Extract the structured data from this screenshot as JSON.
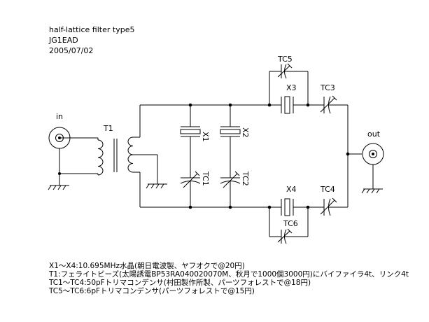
{
  "header": {
    "title": "half-lattice filter type5",
    "author": "JG1EAD",
    "date": "2005/07/02"
  },
  "components": {
    "input_label": "in",
    "output_label": "out",
    "transformer": "T1",
    "x1": "X1",
    "x2": "X2",
    "x3": "X3",
    "x4": "X4",
    "tc1": "TC1",
    "tc2": "TC2",
    "tc3": "TC3",
    "tc4": "TC4",
    "tc5": "TC5",
    "tc6": "TC6"
  },
  "notes": [
    "X1～X4:10.695MHz水晶(朝日電波製、ヤフオクで@20円)",
    "T1:フェライトビーズ(太陽誘電BP53RA040020070M、秋月で1000個3000円)にバイファイラ4t、リンク4t",
    "TC1～TC4:50pFトリマコンデンサ(村田製作所製、パーツフォレストで@18円)",
    "TC5～TC6:6pFトリマコンデンサ(パーツフォレストで@15円)"
  ]
}
